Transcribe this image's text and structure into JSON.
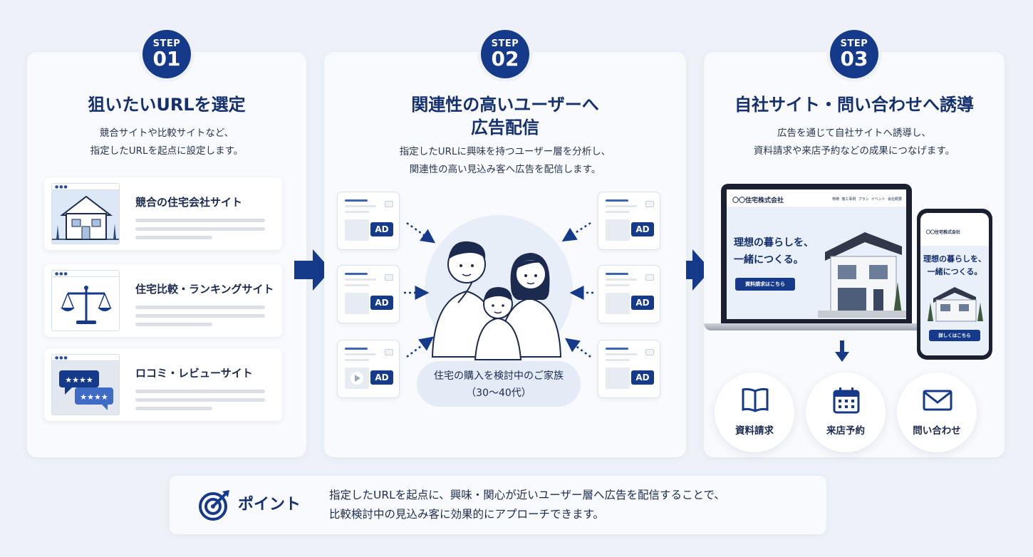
{
  "colors": {
    "navy": "#163a8a",
    "background": "#eef2f8",
    "card": "#f8fafd"
  },
  "steps": [
    {
      "step_label": "STEP",
      "number": "01",
      "title": "狙いたいURLを選定",
      "description": "競合サイトや比較サイトなど、\n指定したURLを起点に設定します。",
      "sites": [
        {
          "label": "競合の住宅会社サイト",
          "icon": "house-icon"
        },
        {
          "label": "住宅比較・ランキングサイト",
          "icon": "scales-icon"
        },
        {
          "label": "ロコミ・レビューサイト",
          "icon": "review-stars-icon"
        }
      ]
    },
    {
      "step_label": "STEP",
      "number": "02",
      "title_line1": "関連性の高いユーザーへ",
      "title_line2": "広告配信",
      "description": "指定したURLに興味を持つユーザー層を分析し、\n関連性の高い見込み客へ広告を配信します。",
      "ad_label": "AD",
      "audience_line1": "住宅の購入を検討中のご家族",
      "audience_line2": "（30〜40代）"
    },
    {
      "step_label": "STEP",
      "number": "03",
      "title": "自社サイト・問い合わせへ誘導",
      "description": "広告を通じて自社サイトへ誘導し、\n資料請求や来店予約などの成果につなげます。",
      "laptop": {
        "brand": "〇〇住宅株式会社",
        "nav": [
          "特徴",
          "施工事例",
          "プラン",
          "イベント",
          "会社概要"
        ],
        "headline_line1": "理想の暮らしを、",
        "headline_line2": "一緒につくる。",
        "cta": "資料請求はこちら"
      },
      "phone": {
        "brand": "〇〇住宅株式会社",
        "headline_line1": "理想の暮らしを、",
        "headline_line2": "一緒につくる。",
        "cta": "詳しくはこちら"
      },
      "outcomes": [
        {
          "label": "資料請求",
          "icon": "book-icon"
        },
        {
          "label": "来店予約",
          "icon": "calendar-icon"
        },
        {
          "label": "問い合わせ",
          "icon": "mail-icon"
        }
      ]
    }
  ],
  "point": {
    "label": "ポイント",
    "icon": "target-icon",
    "text": "指定したURLを起点に、興味・関心が近いユーザー層へ広告を配信することで、\n比較検討中の見込み客に効果的にアプローチできます。"
  }
}
